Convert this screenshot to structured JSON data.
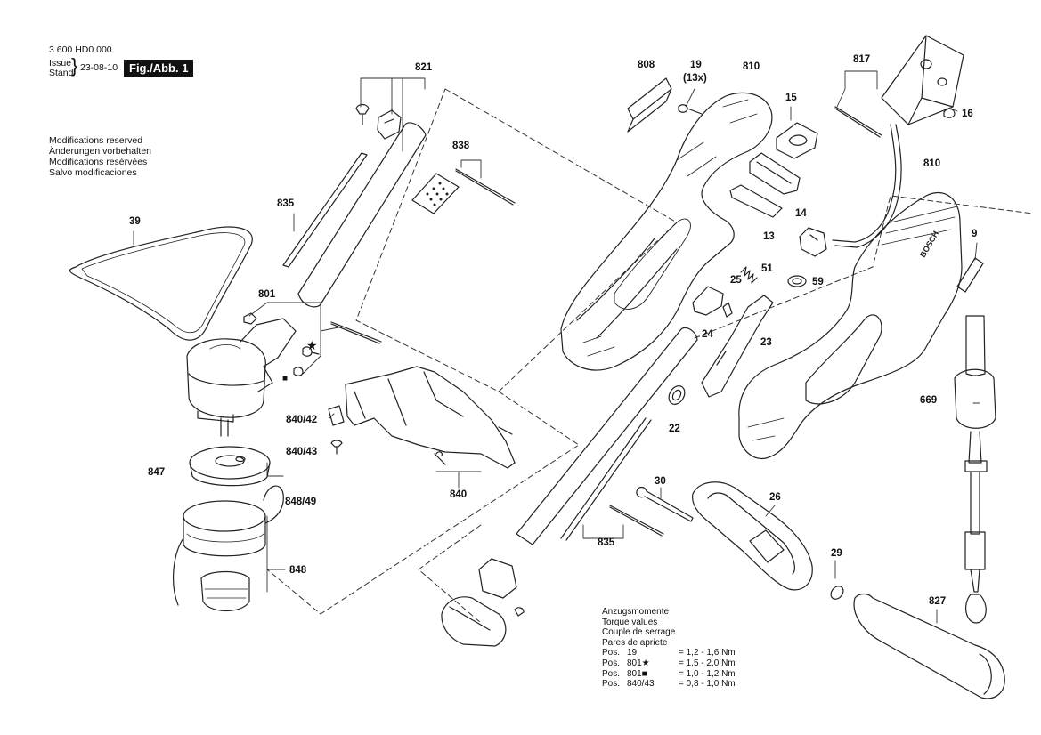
{
  "header": {
    "doc_number": "3 600 HD0 000",
    "issue_label": "Issue",
    "stand_label": "Stand",
    "date": "23-08-10",
    "figure_label": "Fig./Abb. 1"
  },
  "modifications": [
    "Modifications reserved",
    "Änderungen vorbehalten",
    "Modifications resérvées",
    "Salvo modificaciones"
  ],
  "torque": {
    "titles": [
      "Anzugsmomente",
      "Torque values",
      "Couple de serrage",
      "Pares de apriete"
    ],
    "rows": [
      {
        "pos": "Pos.",
        "item": "19",
        "value": "= 1,2 - 1,6  Nm"
      },
      {
        "pos": "Pos.",
        "item": "801★",
        "value": "= 1,5 - 2,0  Nm"
      },
      {
        "pos": "Pos.",
        "item": "801■",
        "value": "= 1,0 - 1,2  Nm"
      },
      {
        "pos": "Pos.",
        "item": "840/43",
        "value": "= 0,8 - 1,0  Nm"
      }
    ]
  },
  "part_labels": {
    "p821": "821",
    "p808": "808",
    "p19": "19",
    "p19qty": "(13x)",
    "p810a": "810",
    "p817": "817",
    "p15": "15",
    "p16": "16",
    "p838": "838",
    "p835a": "835",
    "p39": "39",
    "p810b": "810",
    "p14": "14",
    "p13": "13",
    "p9": "9",
    "p51": "51",
    "p59": "59",
    "p25": "25",
    "p801": "801",
    "p24": "24",
    "p23": "23",
    "p669": "669",
    "p840_42": "840/42",
    "p22": "22",
    "p840_43": "840/43",
    "p847": "847",
    "p840": "840",
    "p30": "30",
    "p26": "26",
    "p848_49": "848/49",
    "p835b": "835",
    "p848": "848",
    "p29": "29",
    "p827": "827"
  },
  "symbols": {
    "star": "★",
    "square": "■"
  },
  "brand": {
    "logo_text": "BOSCH"
  }
}
